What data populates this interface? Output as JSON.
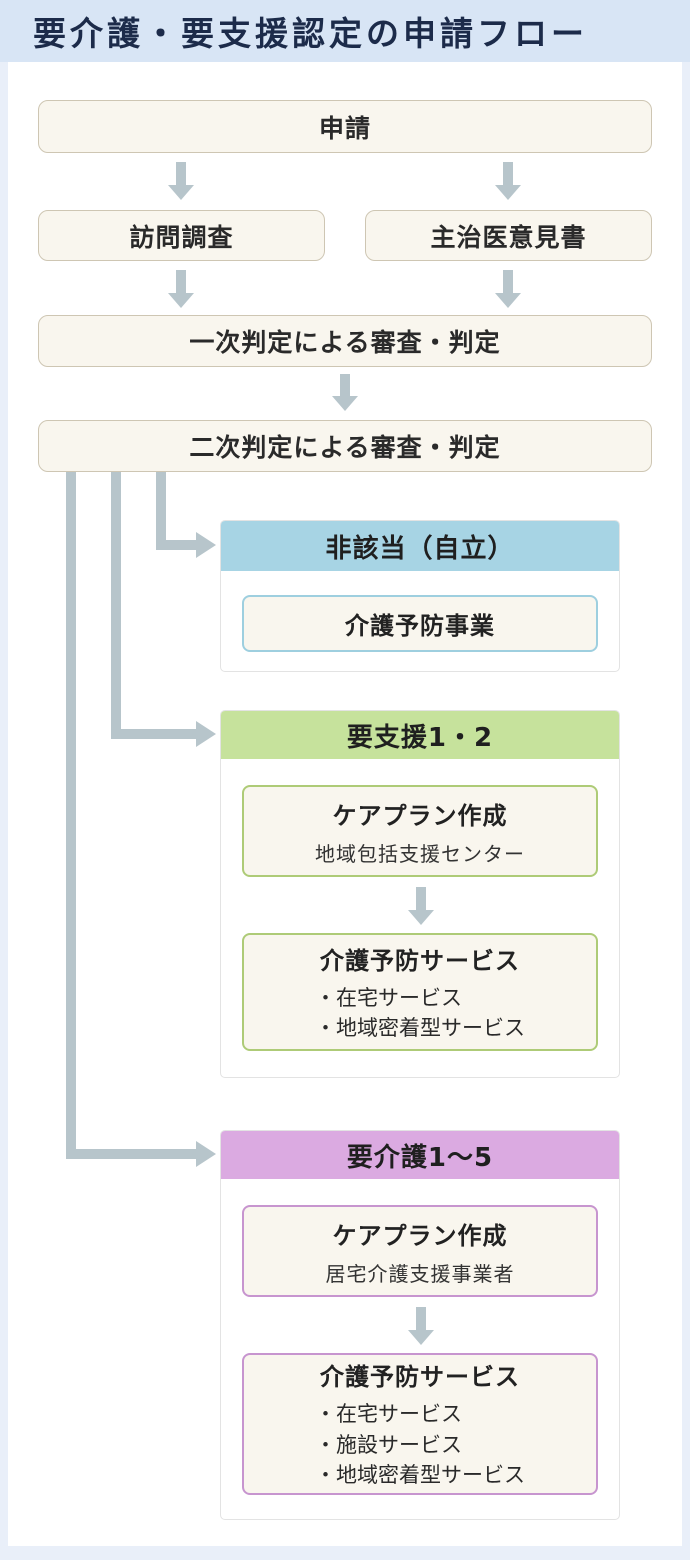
{
  "header": {
    "title": "要介護・要支援認定の申請フロー"
  },
  "flow": {
    "apply": "申請",
    "visit_survey": "訪問調査",
    "doctor_opinion": "主治医意見書",
    "first_judgement": "一次判定による審査・判定",
    "second_judgement": "二次判定による審査・判定"
  },
  "branches": [
    {
      "title": "非該当（自立）",
      "header_color": "#a7d4e4",
      "box_border_color": "#9ecfdf",
      "boxes": [
        {
          "title": "介護予防事業"
        }
      ]
    },
    {
      "title": "要支援1・2",
      "header_color": "#c6e29c",
      "box_border_color": "#aecb77",
      "boxes": [
        {
          "title": "ケアプラン作成",
          "subtitle": "地域包括支援センター"
        },
        {
          "title": "介護予防サービス",
          "bullets": [
            "・在宅サービス",
            "・地域密着型サービス"
          ]
        }
      ]
    },
    {
      "title": "要介護1〜5",
      "header_color": "#dbaae1",
      "box_border_color": "#c795cf",
      "boxes": [
        {
          "title": "ケアプラン作成",
          "subtitle": "居宅介護支援事業者"
        },
        {
          "title": "介護予防サービス",
          "bullets": [
            "・在宅サービス",
            "・施設サービス",
            "・地域密着型サービス"
          ]
        }
      ]
    }
  ],
  "colors": {
    "frame": "#e9eff9",
    "title_band": "#d8e5f5",
    "box_fill": "#f9f6ee",
    "box_border": "#cec6b3",
    "arrow": "#b7c5cb"
  }
}
